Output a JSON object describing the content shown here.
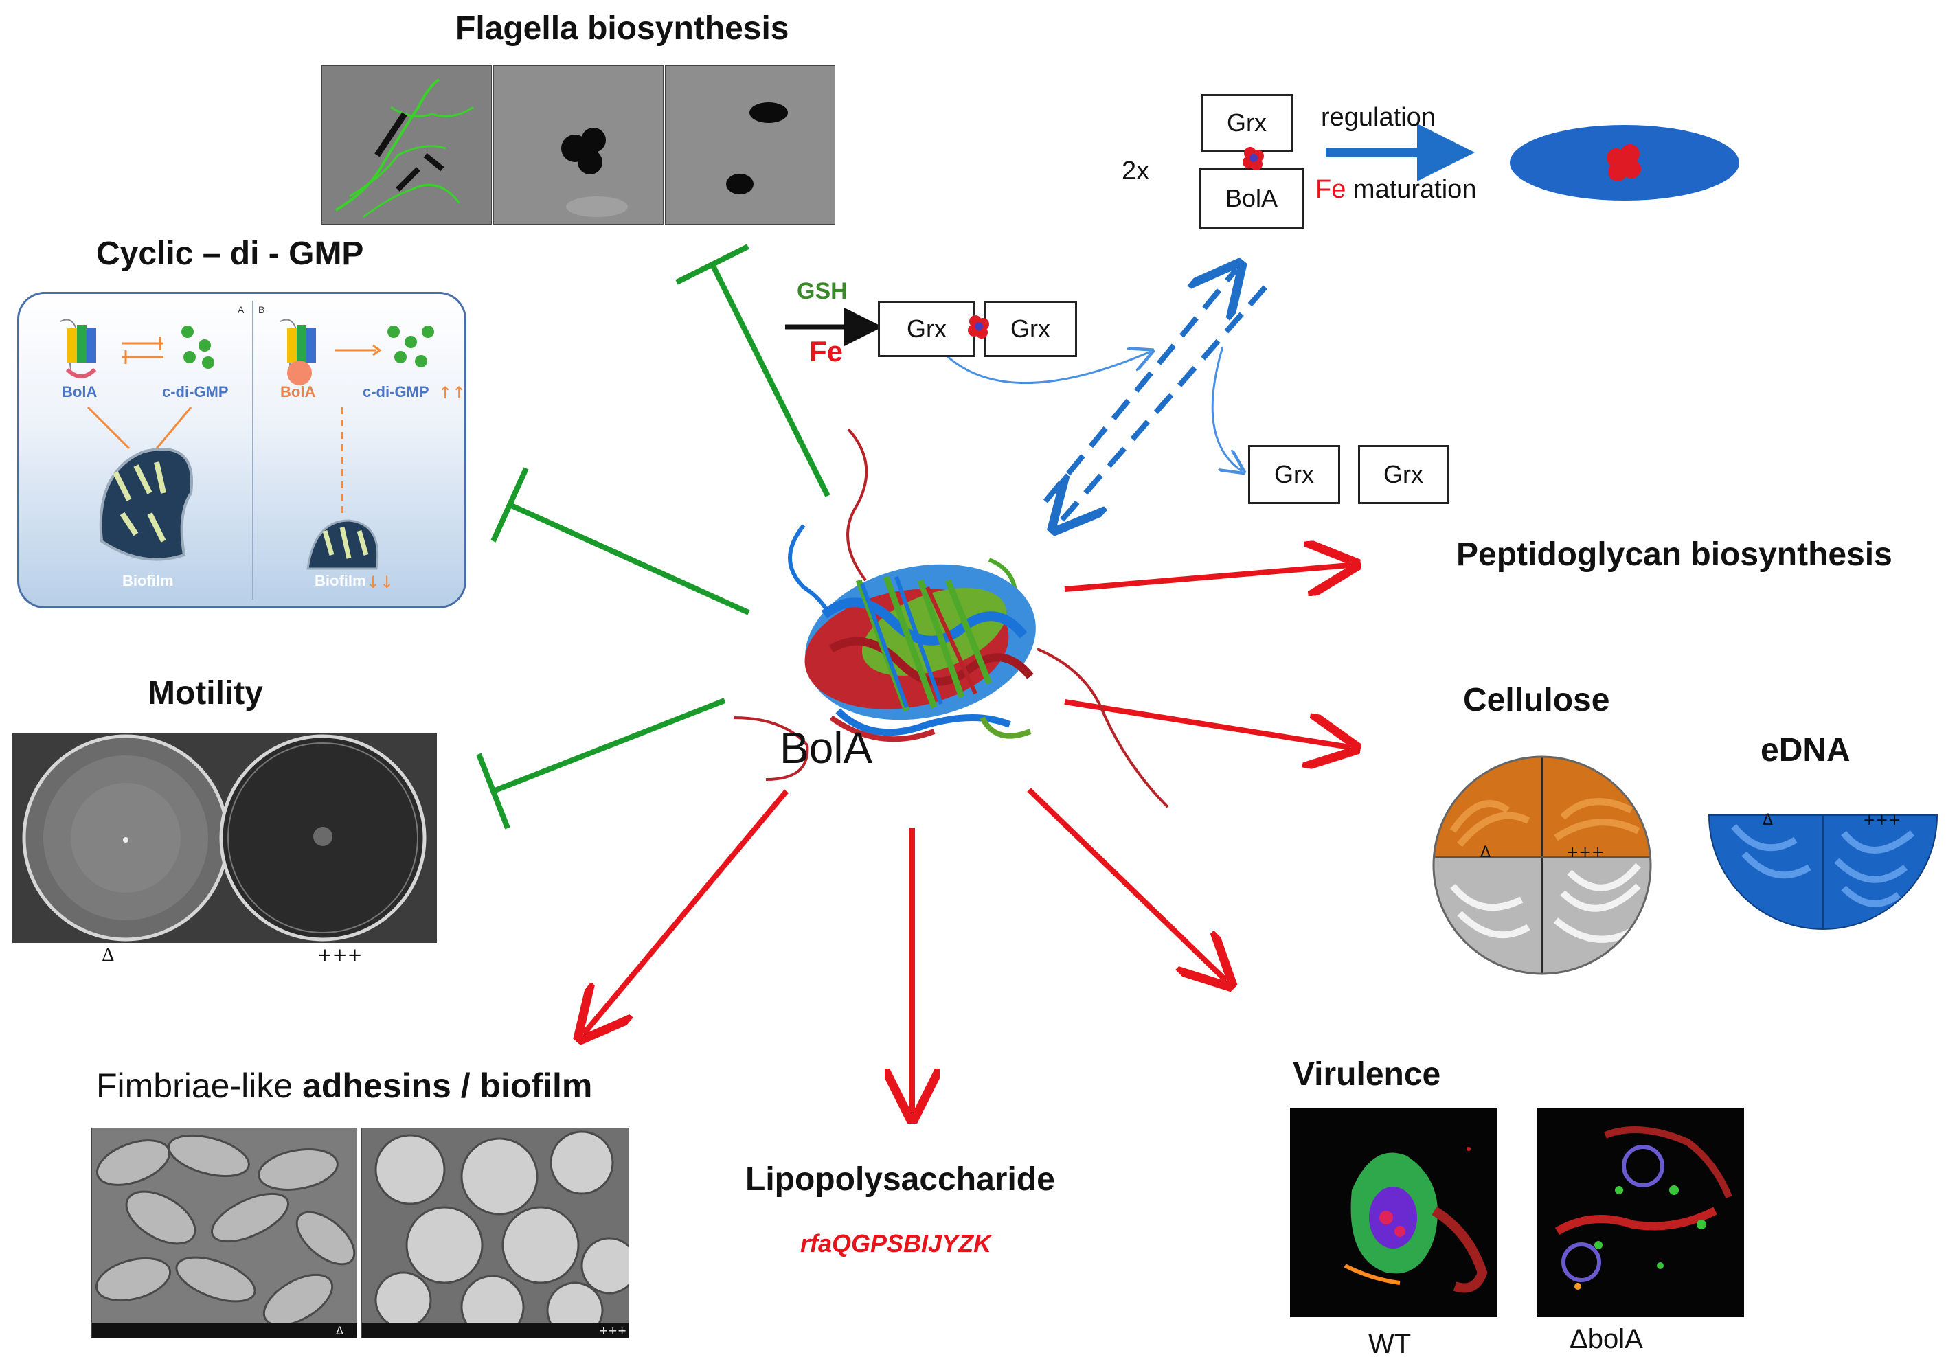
{
  "hub": {
    "label": "BolA"
  },
  "flagella": {
    "title": "Flagella biosynthesis"
  },
  "cdigmp": {
    "title": "Cyclic – di - GMP",
    "panel_a_letter": "A",
    "panel_b_letter": "B",
    "bola_left": "BolA",
    "cdigmp_left": "c-di-GMP",
    "biofilm_left": "Biofilm",
    "bola_right": "BolA",
    "cdigmp_right": "c-di-GMP",
    "biofilm_right": "Biofilm",
    "arrows_up": "↑↑",
    "arrows_down": "↓↓"
  },
  "motility": {
    "title": "Motility",
    "label_left": "Δ",
    "label_right": "+++"
  },
  "fimbriae": {
    "title_normal": "Fimbriae-like ",
    "title_bold": "adhesins / biofilm",
    "sem_label_left": "Δ",
    "sem_label_right": "+++"
  },
  "lps": {
    "title": "Lipopolysaccharide",
    "genes": "rfaQGPSBIJYZK"
  },
  "virulence": {
    "title": "Virulence",
    "label_left": "WT",
    "label_right": "ΔbolA"
  },
  "peptidoglycan": {
    "title": "Peptidoglycan biosynthesis"
  },
  "cellulose": {
    "title": "Cellulose",
    "label_delta": "Δ",
    "label_plus": "+++"
  },
  "edna": {
    "title": "eDNA",
    "label_delta": "Δ",
    "label_plus": "+++"
  },
  "grx_pathway": {
    "gsh": "GSH",
    "fe": "Fe",
    "grx_dimer_left": "Grx",
    "grx_dimer_right": "Grx",
    "stoich": "2x",
    "hetero_top": "Grx",
    "hetero_bottom": "BolA",
    "regulation": "regulation",
    "fe_word": "Fe",
    "maturation": " maturation",
    "free_grx_left": "Grx",
    "free_grx_right": "Grx"
  },
  "colors": {
    "inhibit": "#1a9a2a",
    "activate": "#e8141c",
    "fe": "#e8141c",
    "gsh": "#3a8a2a",
    "pathway_blue": "#1f6fc9"
  }
}
